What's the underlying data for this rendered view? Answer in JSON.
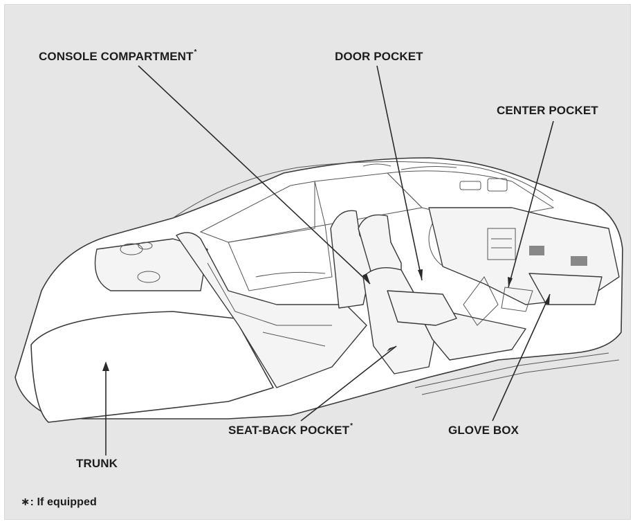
{
  "labels": {
    "console": "CONSOLE COMPARTMENT",
    "door": "DOOR POCKET",
    "center": "CENTER POCKET",
    "seatback": "SEAT-BACK POCKET",
    "glovebox": "GLOVE BOX",
    "trunk": "TRUNK",
    "asterisk": "*"
  },
  "footnote": "∗: If equipped"
}
